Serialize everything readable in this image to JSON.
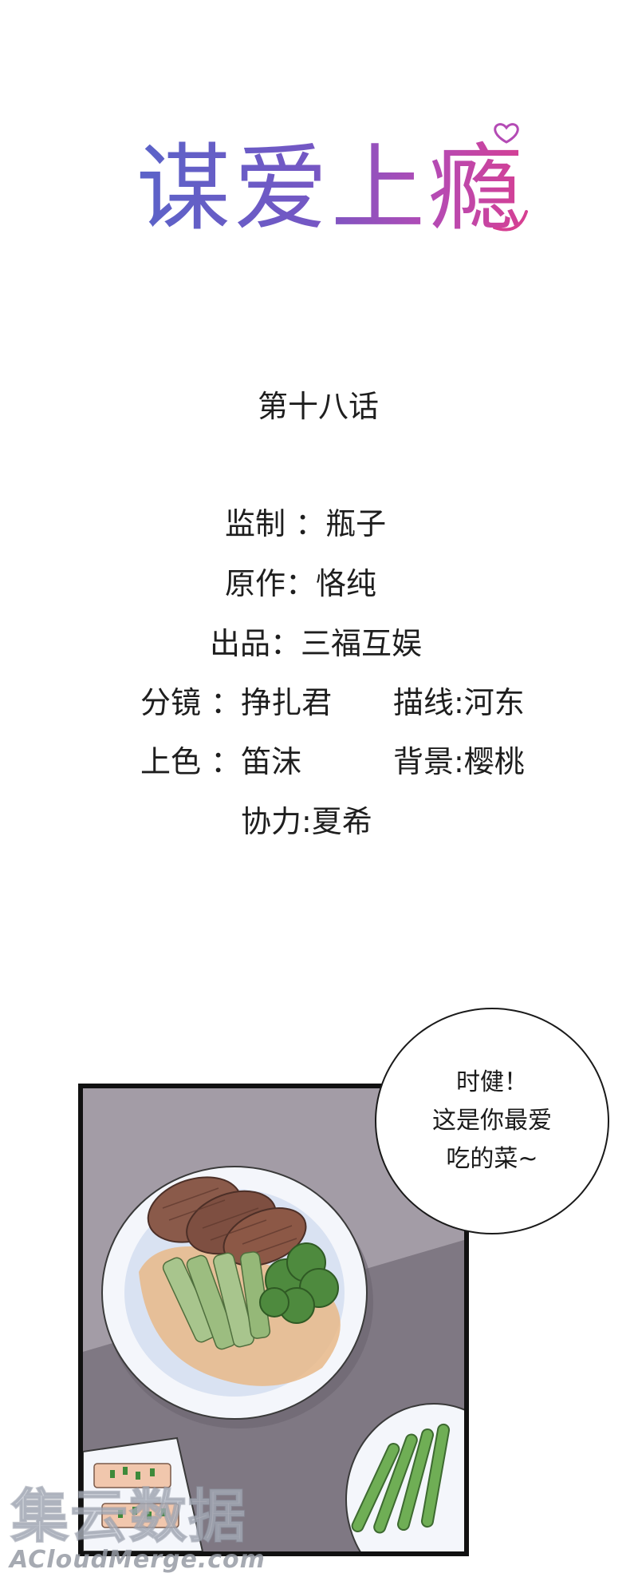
{
  "title": {
    "logo_text": "谋爱上瘾",
    "colors": {
      "start": "#5a63c8",
      "mid": "#7457c4",
      "end": "#d63f92"
    }
  },
  "chapter": "第十八话",
  "credits": [
    "监制 ：瓶子",
    "原作：恪纯",
    "出品：三福互娱",
    "分镜 ：挣扎君",
    "描线:河东",
    "上色 ：笛沫",
    "背景:樱桃",
    "协力:夏希"
  ],
  "bubble": {
    "lines": [
      "时健！",
      "这是你最爱",
      "吃的菜~"
    ]
  },
  "watermark": {
    "big": "集云数据",
    "small": "ACloudMerge.com"
  }
}
